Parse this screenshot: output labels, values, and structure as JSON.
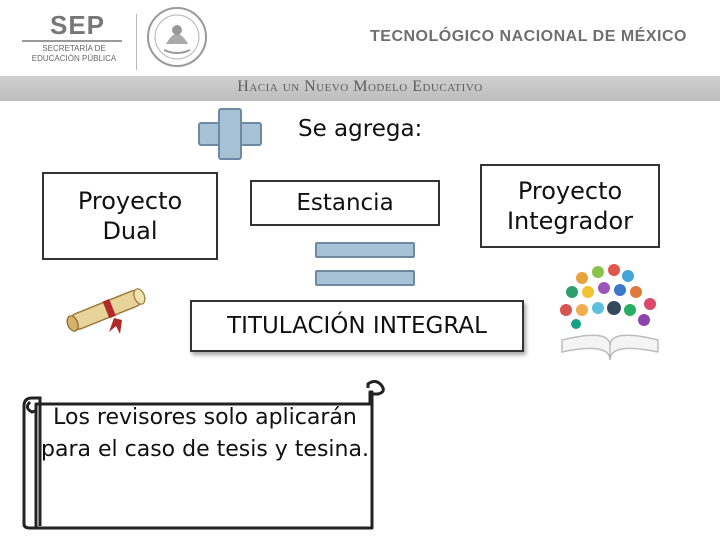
{
  "header": {
    "sep_logo_text": "SEP",
    "sep_subtitle": "SECRETARÍA DE EDUCACIÓN PÚBLICA",
    "institution": "TECNOLÓGICO NACIONAL DE MÉXICO",
    "band_text": "Hacia un Nuevo Modelo Educativo"
  },
  "slide": {
    "heading": "Se agrega:",
    "box_dual": "Proyecto Dual",
    "box_estancia": "Estancia",
    "box_integrador": "Proyecto Integrador",
    "result": "TITULACIÓN INTEGRAL",
    "note": "Los revisores solo aplicarán para el caso de tesis y tesina."
  },
  "colors": {
    "symbol_fill": "#a9c1d4",
    "symbol_border": "#6d8aa2",
    "band": "#c6c6c6"
  },
  "icons": [
    "seal-icon",
    "plus-icon",
    "equals-icon",
    "diploma-icon",
    "books-icon",
    "scroll-icon"
  ]
}
